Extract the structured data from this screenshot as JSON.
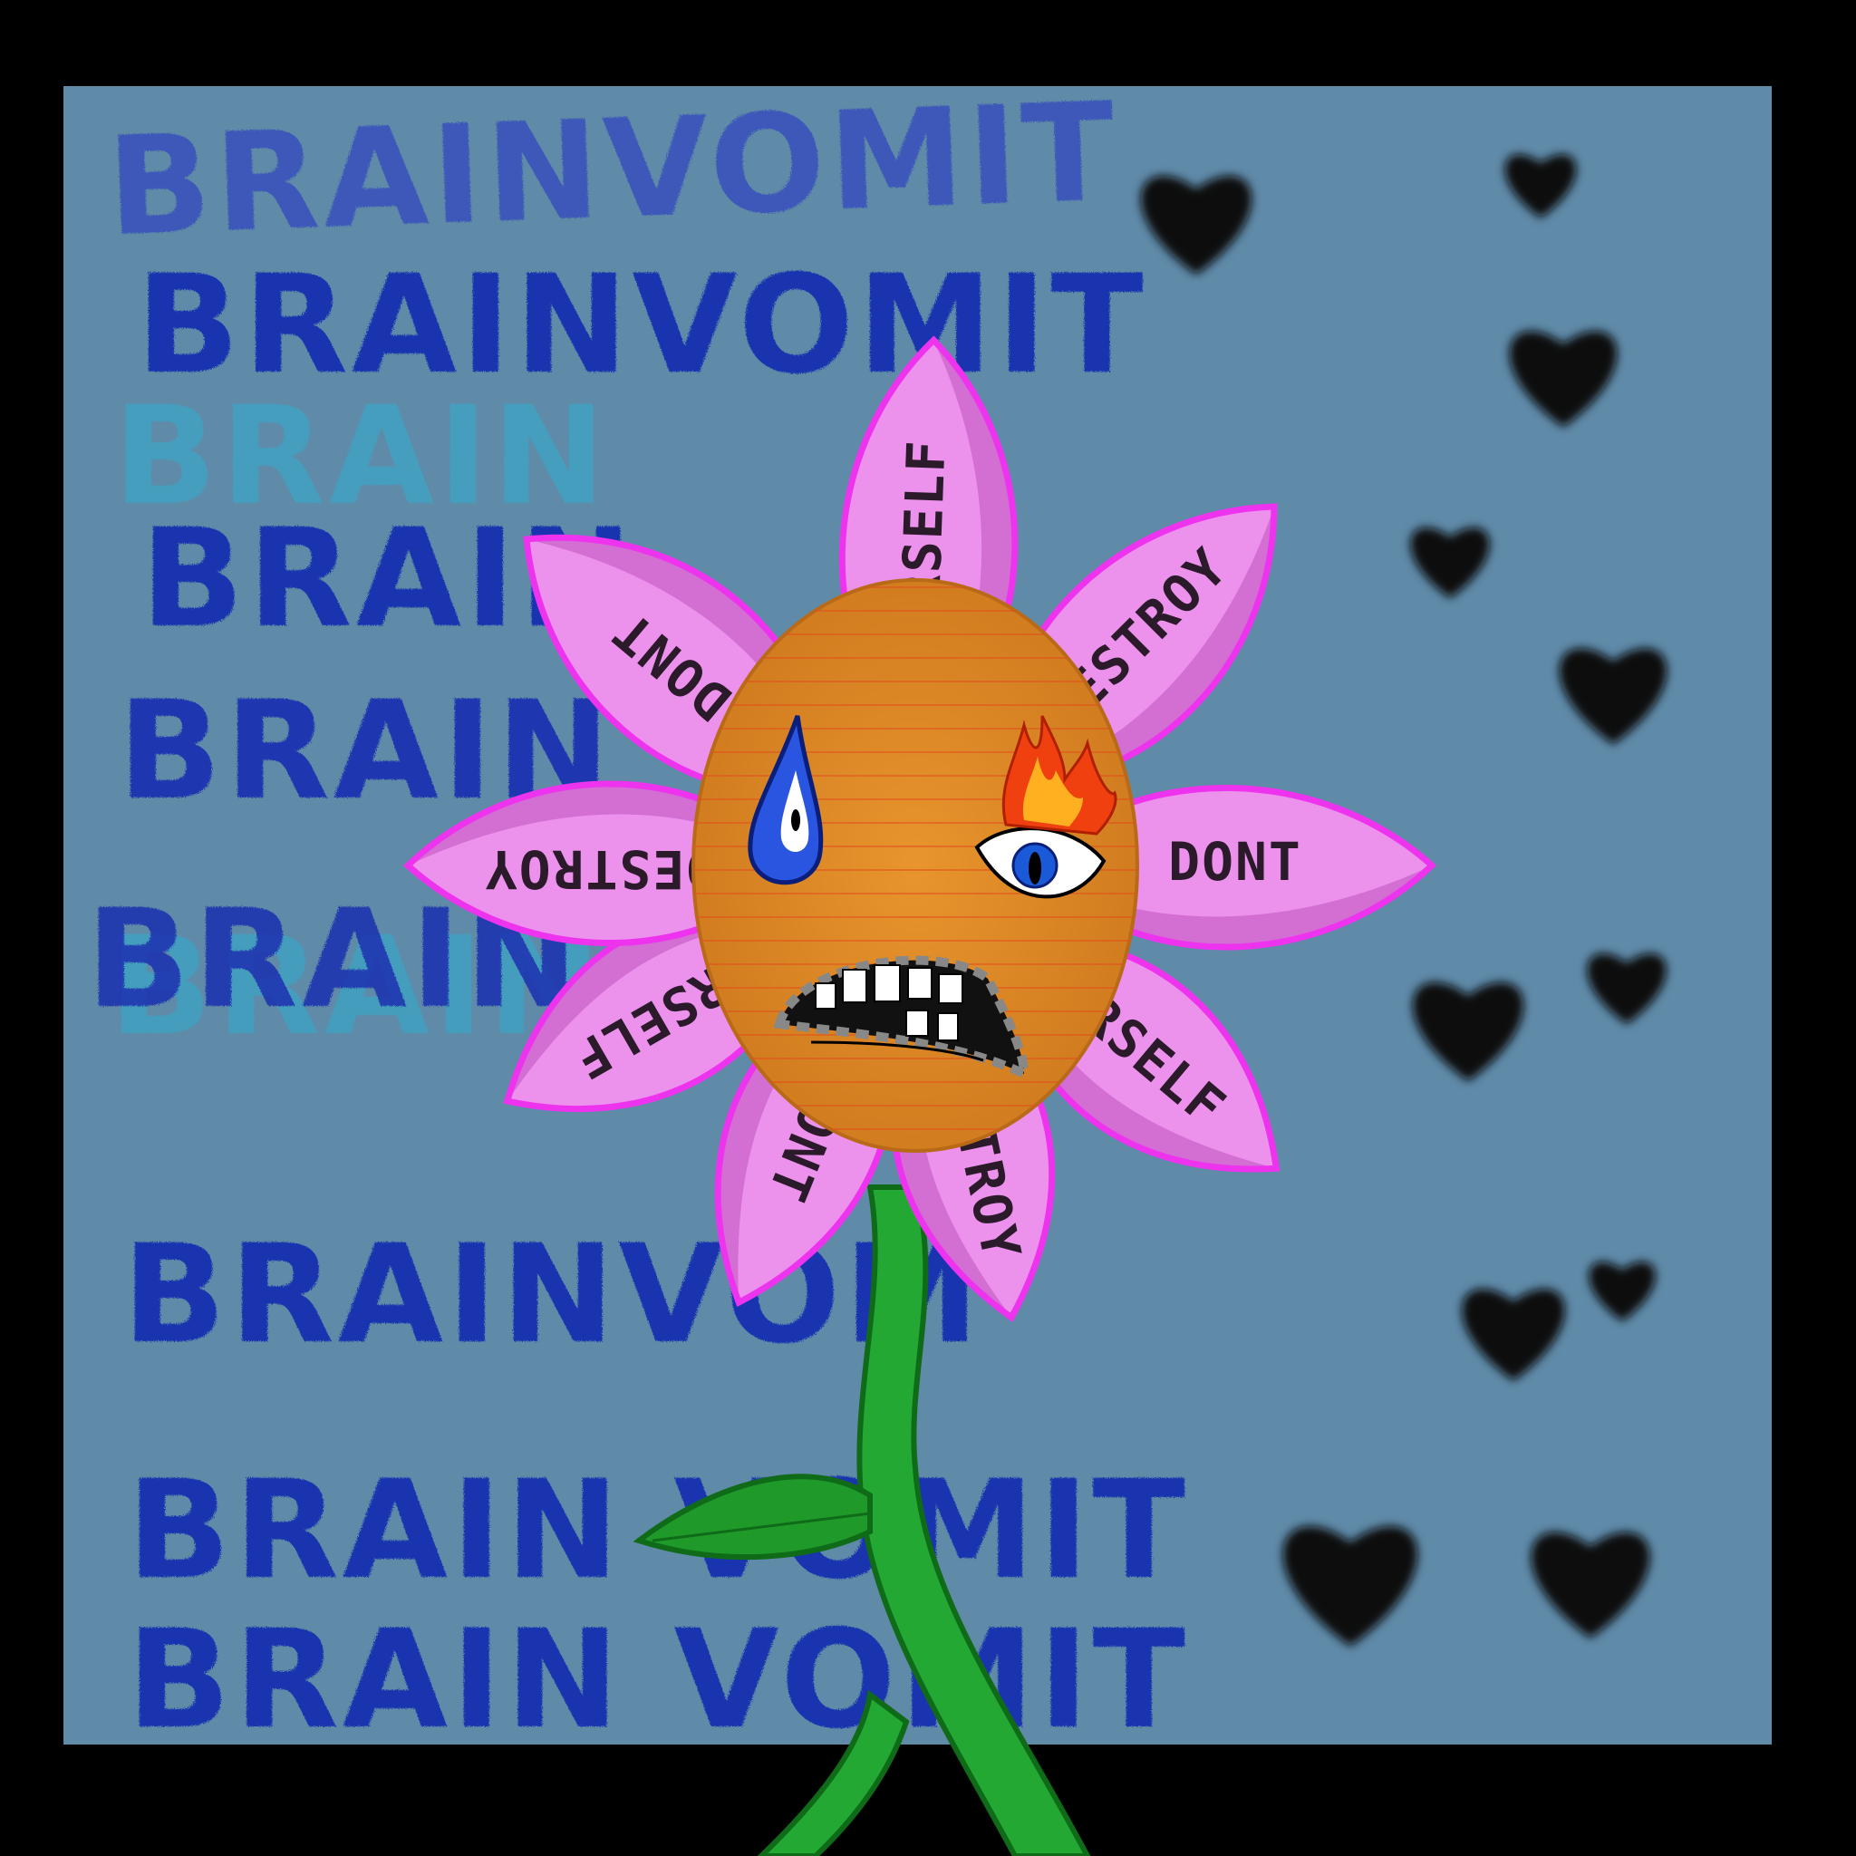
{
  "colors": {
    "frame": "#000000",
    "background": "#5f8aa8",
    "scrawl_dark": "#1a2fb0",
    "scrawl_light": "#2fb0d0",
    "petal": "#ec92ec",
    "petal_shade": "#d36ed3",
    "petal_outline": "#ee33ee",
    "center": "#e08a2a",
    "stem": "#22a833",
    "heart": "#0a0a0a",
    "tear": "#2a55e0",
    "flame": "#f04010"
  },
  "background_text": {
    "lines": [
      "BRAINVOMIT",
      "BRAINVOMIT",
      "BRAIN",
      "BRAIN",
      "BRAIN",
      "BRAINVOM",
      "BRAIN VOMIT",
      "BRAIN VOMIT"
    ]
  },
  "petals": [
    {
      "text": "URSELF"
    },
    {
      "text": "DESTROY"
    },
    {
      "text": "DONT"
    },
    {
      "text": "URSELF"
    },
    {
      "text": "DESTROY"
    },
    {
      "text": "DONT"
    },
    {
      "text": "URSELF"
    },
    {
      "text": "DESTROY"
    },
    {
      "text": "DONT"
    }
  ],
  "icons": {
    "flower": "flower-face-icon",
    "heart": "heart-icon",
    "tear": "teardrop-icon",
    "flame": "flame-icon"
  }
}
